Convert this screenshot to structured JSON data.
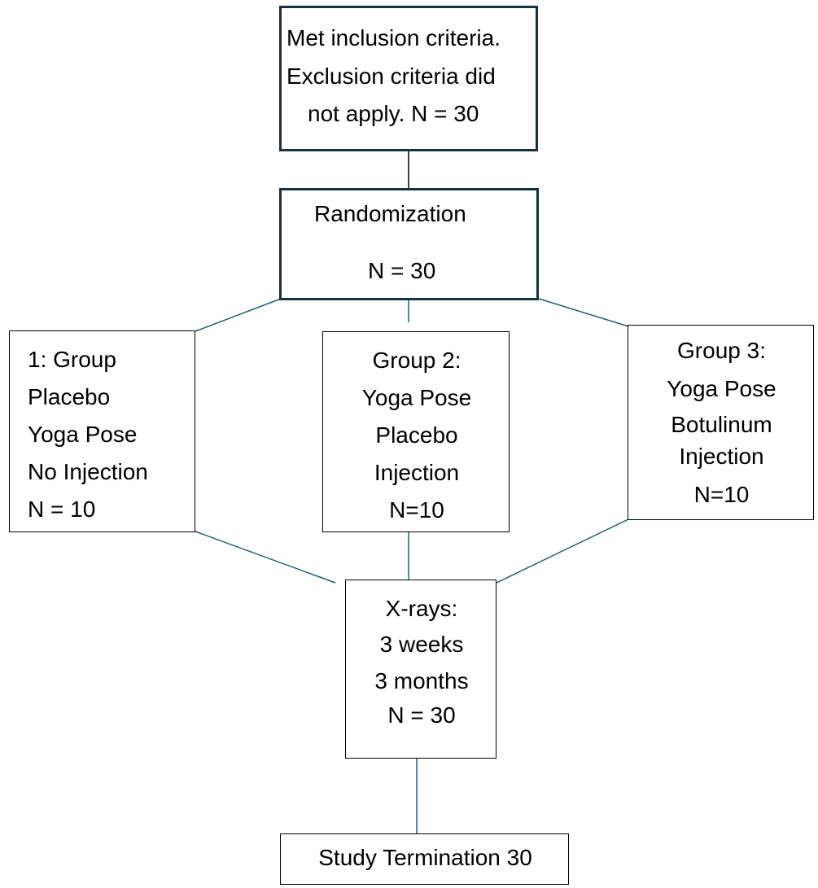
{
  "boxes": {
    "inclusion": {
      "lines": [
        "Met inclusion criteria.",
        "Exclusion criteria did",
        "not apply. N = 30"
      ]
    },
    "randomization": {
      "lines": [
        "Randomization",
        "N = 30"
      ]
    },
    "group1": {
      "lines": [
        "1: Group",
        "Placebo",
        "Yoga Pose",
        "No Injection",
        "N = 10"
      ]
    },
    "group2": {
      "lines": [
        "Group 2:",
        "Yoga Pose",
        "Placebo",
        "Injection",
        "N=10"
      ]
    },
    "group3": {
      "lines": [
        "Group 3:",
        "Yoga Pose",
        "Botulinum",
        "Injection",
        "N=10"
      ]
    },
    "xrays": {
      "lines": [
        "X-rays:",
        "3 weeks",
        "3 months",
        "N = 30"
      ]
    },
    "termination": {
      "lines": [
        "Study Termination 30"
      ]
    }
  },
  "colors": {
    "connector": "#1f5f7a",
    "box_border_thick": "#17323f",
    "box_border_thin": "#000000",
    "text": "#000000",
    "background": "#ffffff"
  }
}
